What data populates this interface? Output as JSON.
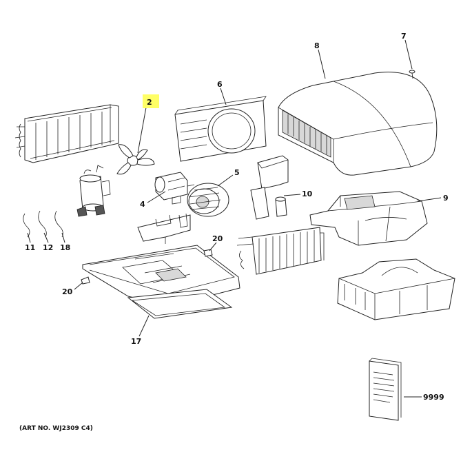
{
  "callouts": [
    {
      "id": "2",
      "text": "2",
      "highlight": true
    },
    {
      "id": "4",
      "text": "4"
    },
    {
      "id": "5",
      "text": "5"
    },
    {
      "id": "6",
      "text": "6"
    },
    {
      "id": "7",
      "text": "7"
    },
    {
      "id": "8",
      "text": "8"
    },
    {
      "id": "9",
      "text": "9"
    },
    {
      "id": "10",
      "text": "10"
    },
    {
      "id": "11",
      "text": "11"
    },
    {
      "id": "12",
      "text": "12"
    },
    {
      "id": "18",
      "text": "18"
    },
    {
      "id": "20a",
      "text": "20"
    },
    {
      "id": "20b",
      "text": "20"
    },
    {
      "id": "17",
      "text": "17"
    },
    {
      "id": "9999",
      "text": "9999"
    }
  ],
  "art_number": "(ART NO. WJ2309 C4)",
  "colors": {
    "highlight": "#ffff66",
    "ink": "#222222"
  }
}
